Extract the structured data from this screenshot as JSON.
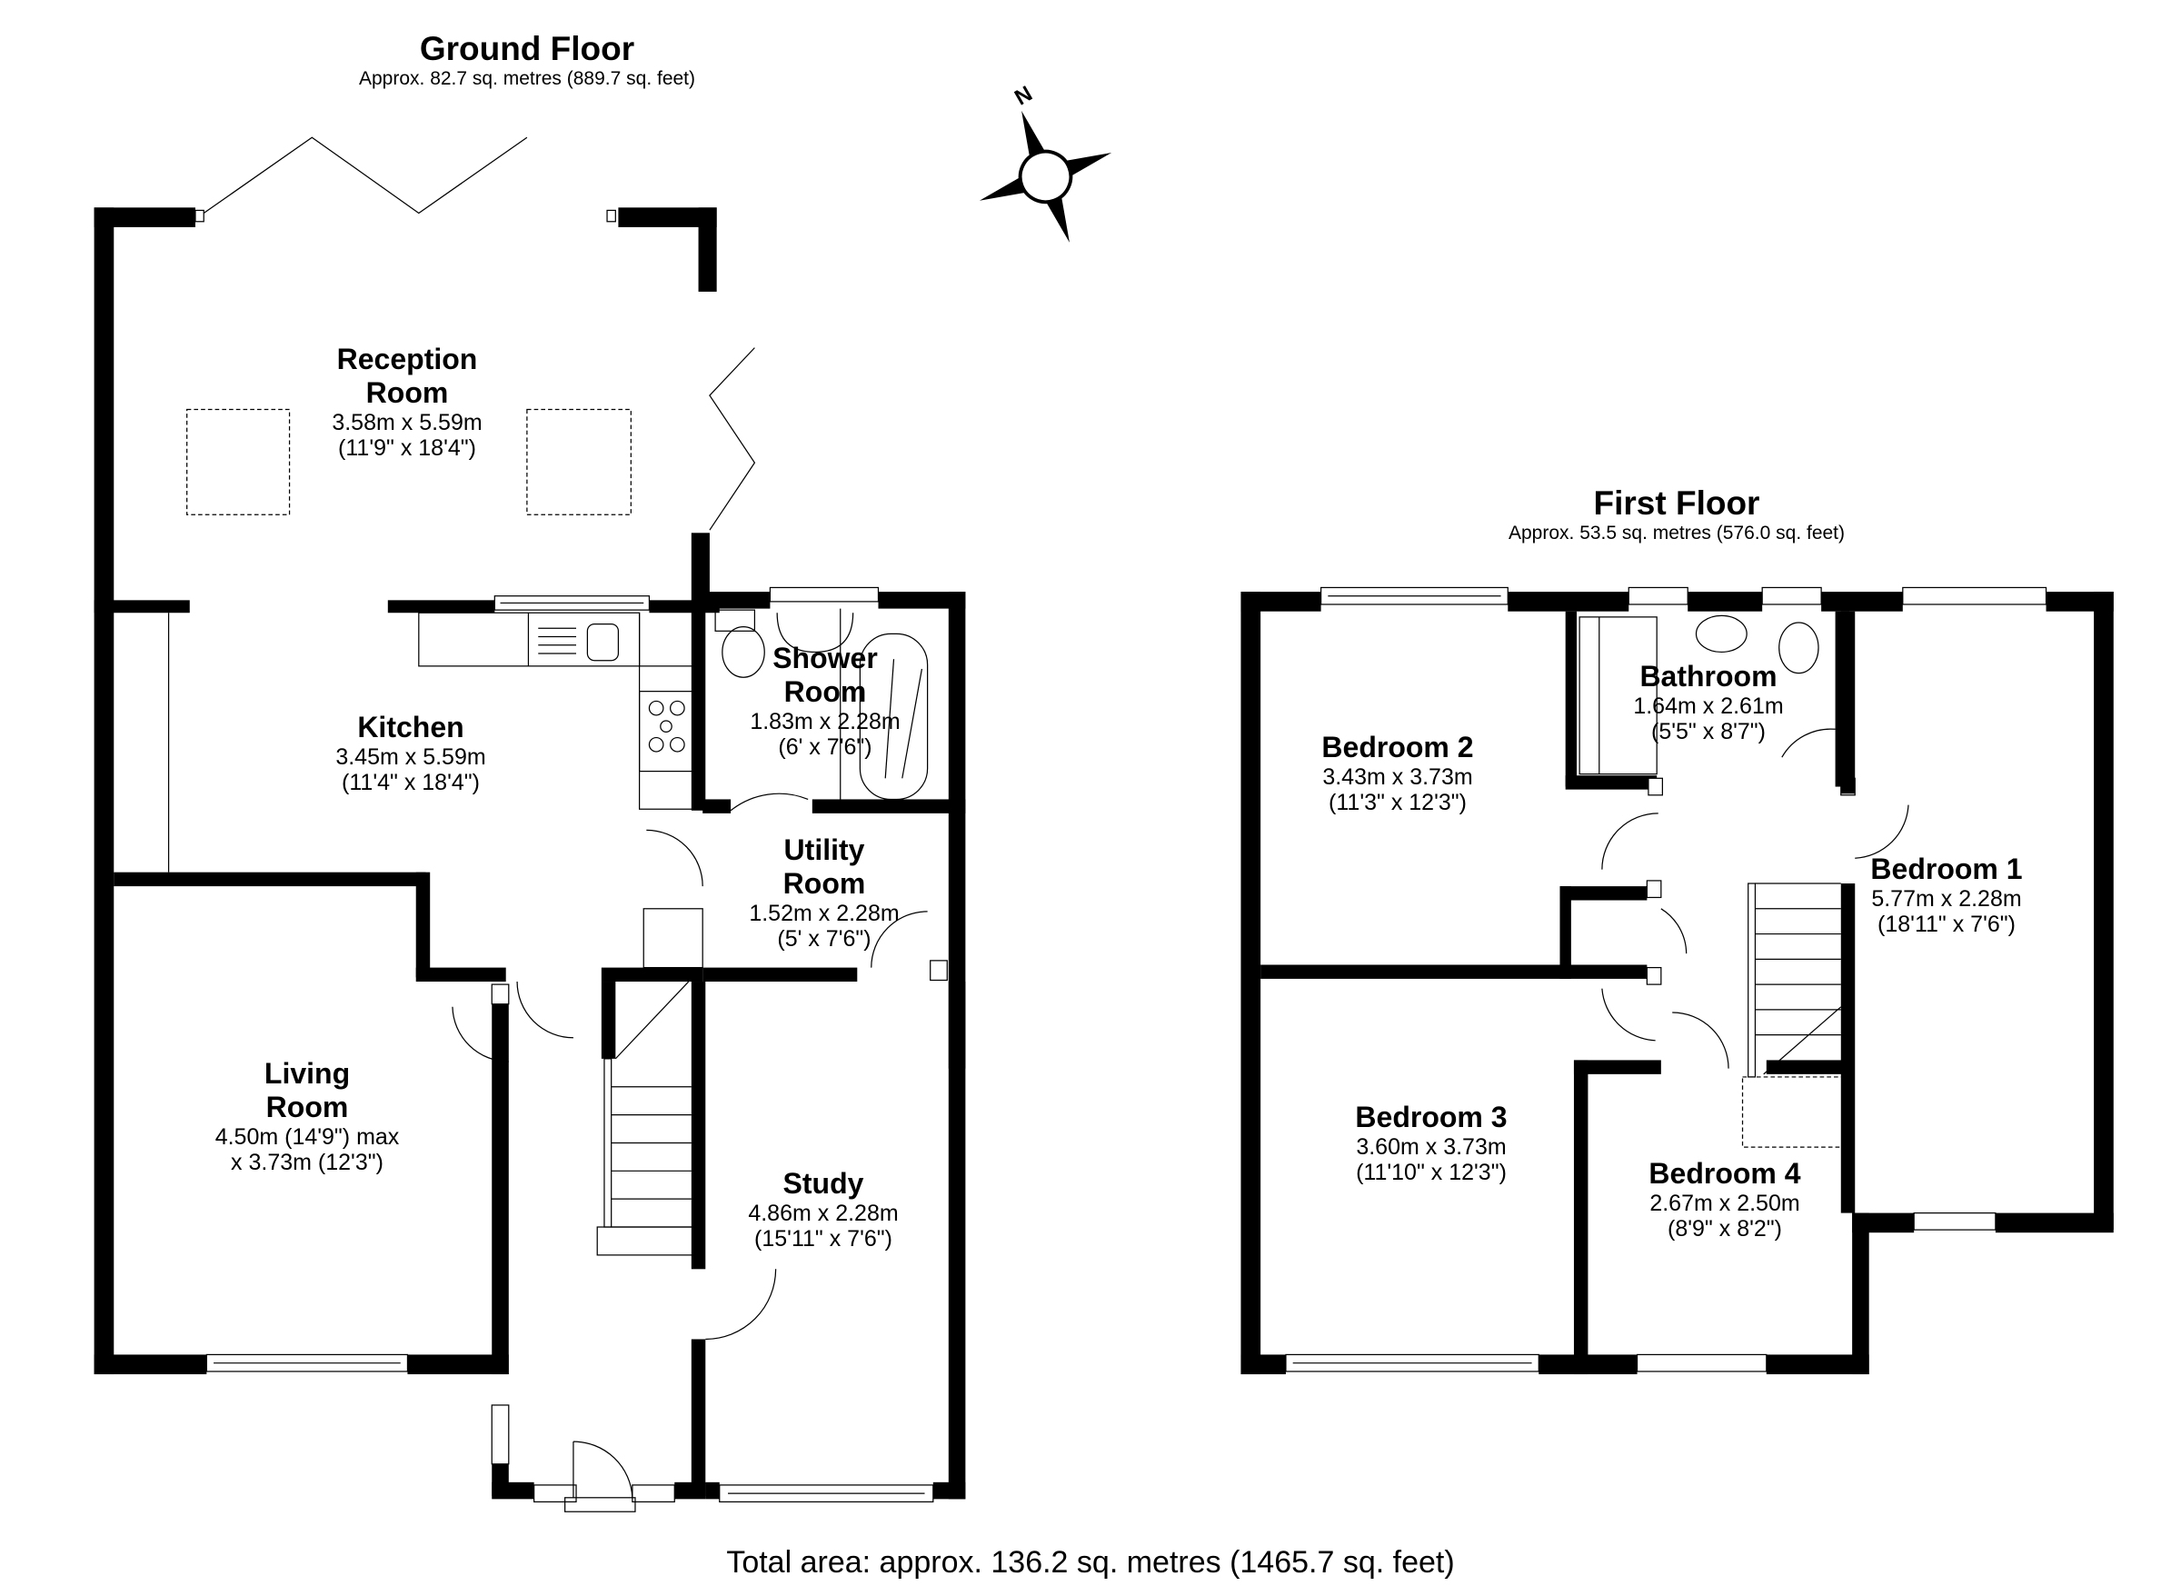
{
  "ground_floor": {
    "title": "Ground Floor",
    "area": "Approx. 82.7 sq. metres (889.7 sq. feet)",
    "rooms": [
      {
        "name_line1": "Reception",
        "name_line2": "Room",
        "dim_m": "3.58m x 5.59m",
        "dim_ft": "(11'9\" x 18'4\")"
      },
      {
        "name_line1": "Kitchen",
        "name_line2": "",
        "dim_m": "3.45m x 5.59m",
        "dim_ft": "(11'4\" x 18'4\")"
      },
      {
        "name_line1": "Shower",
        "name_line2": "Room",
        "dim_m": "1.83m x 2.28m",
        "dim_ft": "(6' x 7'6\")"
      },
      {
        "name_line1": "Utility",
        "name_line2": "Room",
        "dim_m": "1.52m x 2.28m",
        "dim_ft": "(5' x 7'6\")"
      },
      {
        "name_line1": "Living",
        "name_line2": "Room",
        "dim_m": "4.50m (14'9\") max",
        "dim_ft": "x 3.73m (12'3\")"
      },
      {
        "name_line1": "Study",
        "name_line2": "",
        "dim_m": "4.86m x 2.28m",
        "dim_ft": "(15'11\" x 7'6\")"
      }
    ]
  },
  "first_floor": {
    "title": "First Floor",
    "area": "Approx. 53.5 sq. metres (576.0 sq. feet)",
    "rooms": [
      {
        "name": "Bathroom",
        "dim_m": "1.64m x 2.61m",
        "dim_ft": "(5'5\" x 8'7\")"
      },
      {
        "name": "Bedroom 2",
        "dim_m": "3.43m x 3.73m",
        "dim_ft": "(11'3\" x 12'3\")"
      },
      {
        "name": "Bedroom 1",
        "dim_m": "5.77m x 2.28m",
        "dim_ft": "(18'11\" x 7'6\")"
      },
      {
        "name": "Bedroom 3",
        "dim_m": "3.60m x 3.73m",
        "dim_ft": "(11'10\" x 12'3\")"
      },
      {
        "name": "Bedroom 4",
        "dim_m": "2.67m x 2.50m",
        "dim_ft": "(8'9\" x 8'2\")"
      }
    ]
  },
  "compass": {
    "north_label": "N",
    "icon": "compass-rose-icon"
  },
  "total_area": "Total area: approx. 136.2 sq. metres (1465.7 sq. feet)"
}
